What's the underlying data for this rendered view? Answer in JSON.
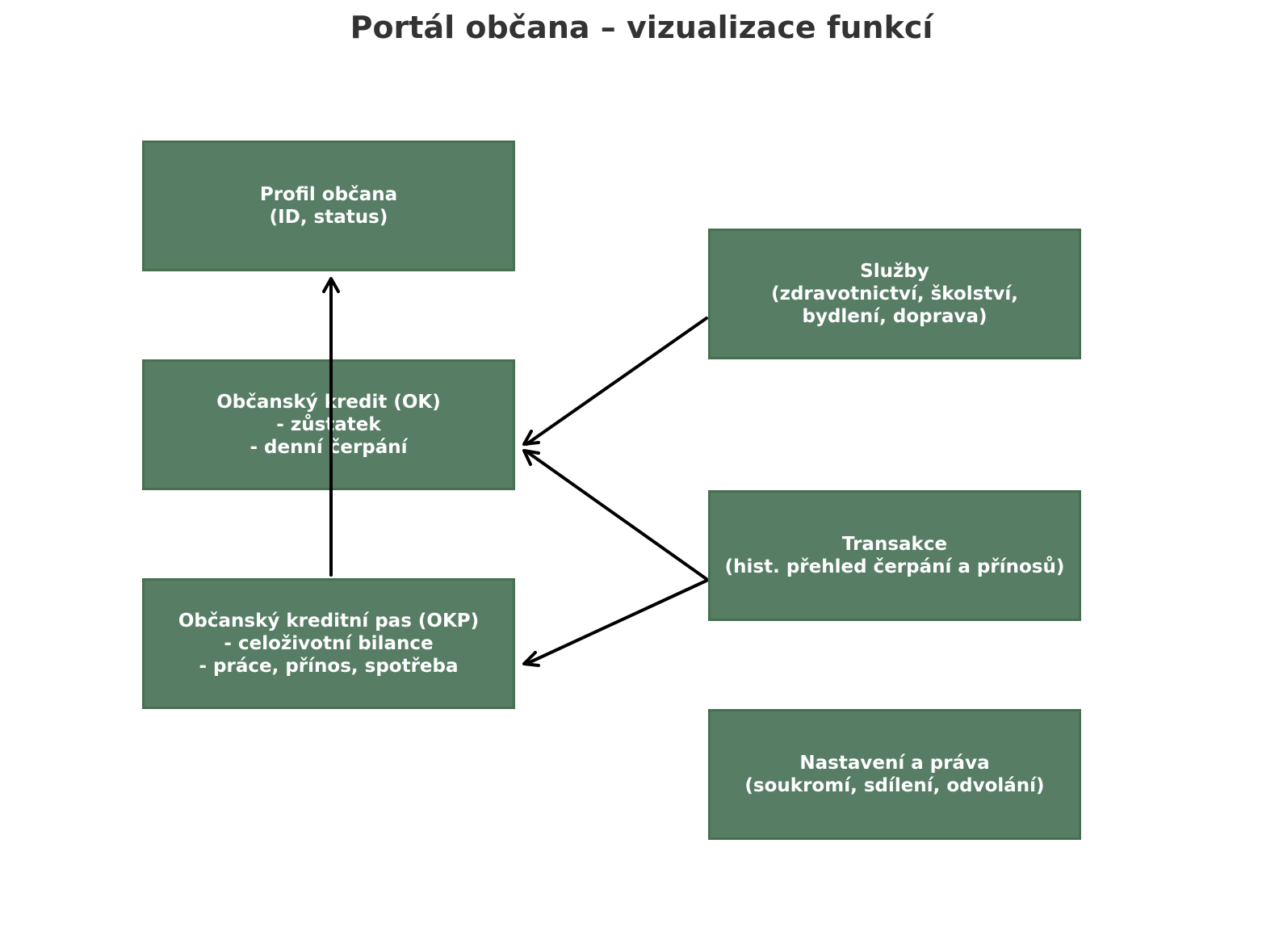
{
  "title": "Portál občana – vizualizace funkcí",
  "colors": {
    "node_fill": "#577d65",
    "node_border": "#47704f",
    "node_text": "#ffffff",
    "arrow": "#000000",
    "title_text": "#333333"
  },
  "nodes": {
    "profil": {
      "lines": [
        "Profil občana",
        "(ID, status)"
      ]
    },
    "kredit": {
      "lines": [
        "Občanský kredit (OK)",
        "- zůstatek",
        "- denní čerpání"
      ]
    },
    "pas": {
      "lines": [
        "Občanský kreditní pas (OKP)",
        "- celoživotní bilance",
        "- práce, přínos, spotřeba"
      ]
    },
    "sluzby": {
      "lines": [
        "Služby",
        "(zdravotnictví, školství,",
        "bydlení, doprava)"
      ]
    },
    "transakce": {
      "lines": [
        "Transakce",
        "(hist. přehled čerpání a přínosů)"
      ]
    },
    "nastaveni": {
      "lines": [
        "Nastavení a práva",
        "(soukromí, sdílení, odvolání)"
      ]
    }
  },
  "edges": [
    {
      "from": "pas",
      "to": "profil"
    },
    {
      "from": "sluzby",
      "to": "kredit"
    },
    {
      "from": "transakce",
      "to": "kredit"
    },
    {
      "from": "transakce",
      "to": "pas"
    }
  ]
}
